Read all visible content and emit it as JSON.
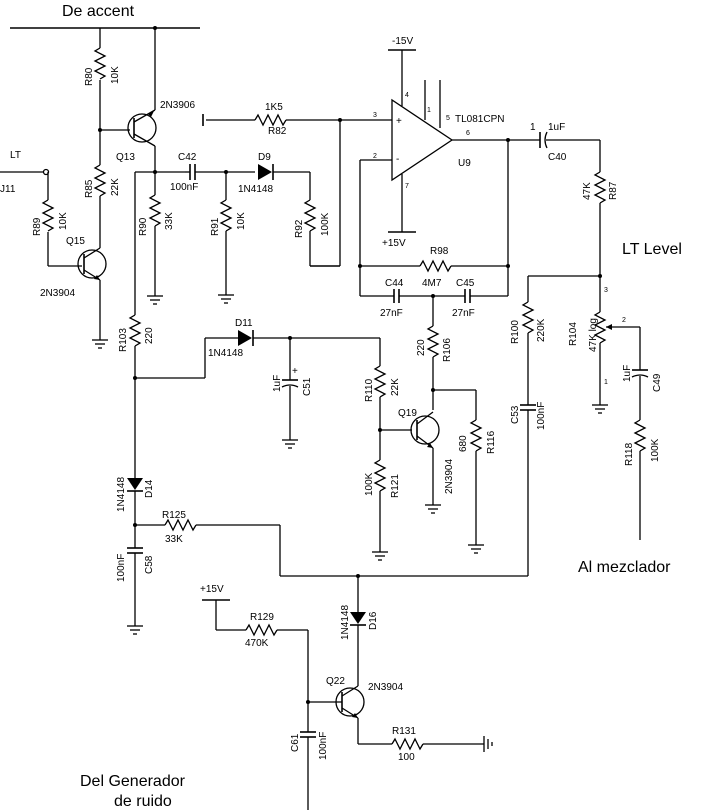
{
  "labels": {
    "de_accent": "De accent",
    "lt_level": "LT Level",
    "al_mezclador": "Al mezclador",
    "del_gen_1": "Del Generador",
    "del_gen_2": "de ruido",
    "lt": "LT",
    "j11": "J11",
    "neg15": "-15V",
    "pos15a": "+15V",
    "pos15b": "+15V"
  },
  "components": {
    "r80": [
      "R80",
      "10K"
    ],
    "r85": [
      "R85",
      "22K"
    ],
    "r89": [
      "R89",
      "10K"
    ],
    "q13": [
      "Q13",
      "2N3906"
    ],
    "q15": [
      "Q15",
      "2N3904"
    ],
    "r82": [
      "1K5",
      "R82"
    ],
    "c42": [
      "C42",
      "100nF"
    ],
    "d9": [
      "D9",
      "1N4148"
    ],
    "r90": [
      "R90",
      "33K"
    ],
    "r91": [
      "R91",
      "10K"
    ],
    "r92": [
      "R92",
      "100K"
    ],
    "u9": [
      "TL081CPN",
      "U9"
    ],
    "c40": [
      "1uF",
      "C40"
    ],
    "r87": [
      "47K",
      "R87"
    ],
    "r98": [
      "R98",
      "4M7"
    ],
    "c44": [
      "C44",
      "27nF"
    ],
    "c45": [
      "C45",
      "27nF"
    ],
    "r103": [
      "R103",
      "220"
    ],
    "d11": [
      "D11",
      "1N4148"
    ],
    "c51": [
      "1uF",
      "C51"
    ],
    "r110": [
      "R110",
      "22K"
    ],
    "r106": [
      "220",
      "R106"
    ],
    "q19": [
      "Q19",
      "2N3904"
    ],
    "r116": [
      "680",
      "R116"
    ],
    "r121": [
      "100K",
      "R121"
    ],
    "r100": [
      "R100",
      "220K"
    ],
    "c53": [
      "C53",
      "100nF"
    ],
    "r104": [
      "R104",
      "47K log"
    ],
    "c49": [
      "1uF",
      "C49"
    ],
    "r118": [
      "R118",
      "100K"
    ],
    "d14": [
      "1N4148",
      "D14"
    ],
    "r125": [
      "R125",
      "33K"
    ],
    "c58": [
      "100nF",
      "C58"
    ],
    "r129": [
      "R129",
      "470K"
    ],
    "d16": [
      "1N4148",
      "D16"
    ],
    "q22": [
      "Q22",
      "2N3904"
    ],
    "c61": [
      "C61",
      "100nF"
    ],
    "r131": [
      "R131",
      "100"
    ]
  },
  "pins": {
    "p4": "4",
    "p1": "1",
    "p5": "5",
    "p3": "3",
    "p2": "2",
    "p6": "6",
    "p7": "7",
    "plus": "+",
    "minus": "-"
  }
}
